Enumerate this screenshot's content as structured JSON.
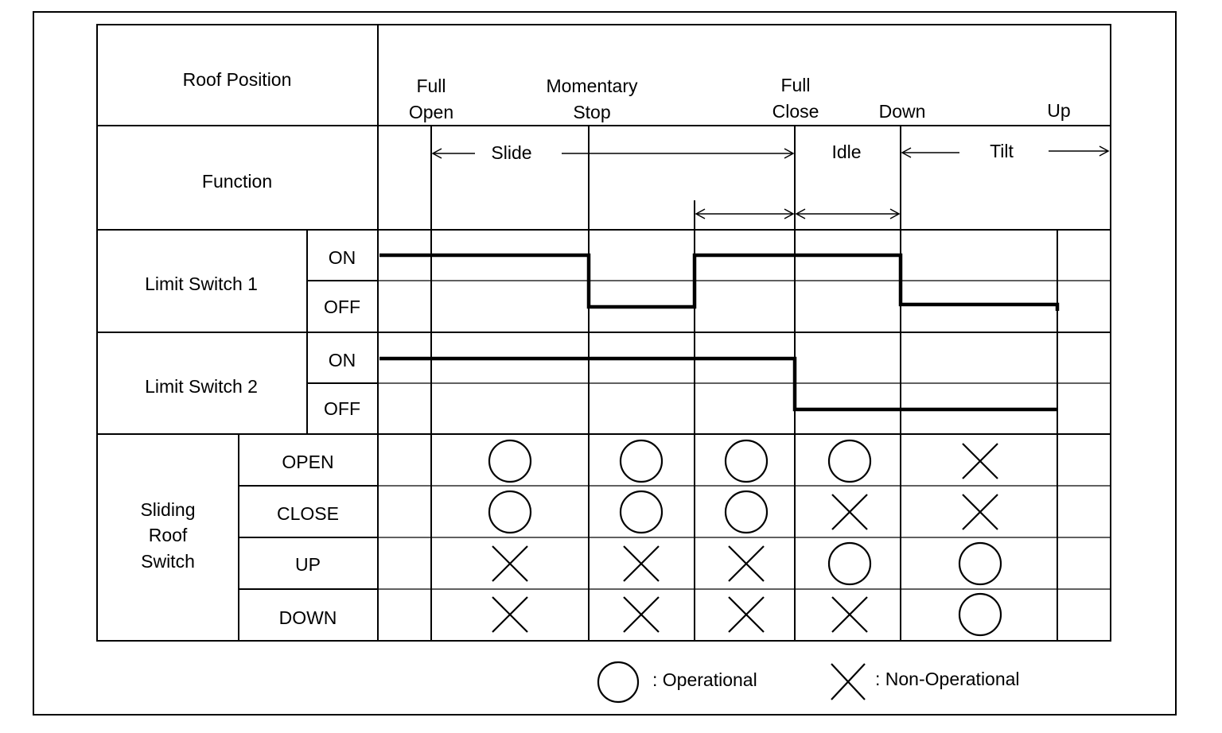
{
  "headers": {
    "roof_position": "Roof Position",
    "function": "Function"
  },
  "positions": {
    "full_open_1": "Full",
    "full_open_2": "Open",
    "momentary_stop_1": "Momentary",
    "momentary_stop_2": "Stop",
    "full_close_1": "Full",
    "full_close_2": "Close",
    "down": "Down",
    "up": "Up"
  },
  "functions": {
    "slide": "Slide",
    "idle": "Idle",
    "tilt": "Tilt"
  },
  "limit_switch_1": {
    "label": "Limit Switch 1",
    "on": "ON",
    "off": "OFF"
  },
  "limit_switch_2": {
    "label": "Limit Switch 2",
    "on": "ON",
    "off": "OFF"
  },
  "sliding_roof_switch": {
    "label_lines": [
      "Sliding",
      "Roof",
      "Switch"
    ],
    "rows": [
      "OPEN",
      "CLOSE",
      "UP",
      "DOWN"
    ]
  },
  "operation_matrix": [
    [
      "operational",
      "operational",
      "operational",
      "operational",
      "non-operational"
    ],
    [
      "operational",
      "operational",
      "operational",
      "non-operational",
      "non-operational"
    ],
    [
      "non-operational",
      "non-operational",
      "non-operational",
      "operational",
      "operational"
    ],
    [
      "non-operational",
      "non-operational",
      "non-operational",
      "non-operational",
      "operational"
    ]
  ],
  "legend": {
    "operational": ": Operational",
    "non_operational": ": Non-Operational"
  }
}
